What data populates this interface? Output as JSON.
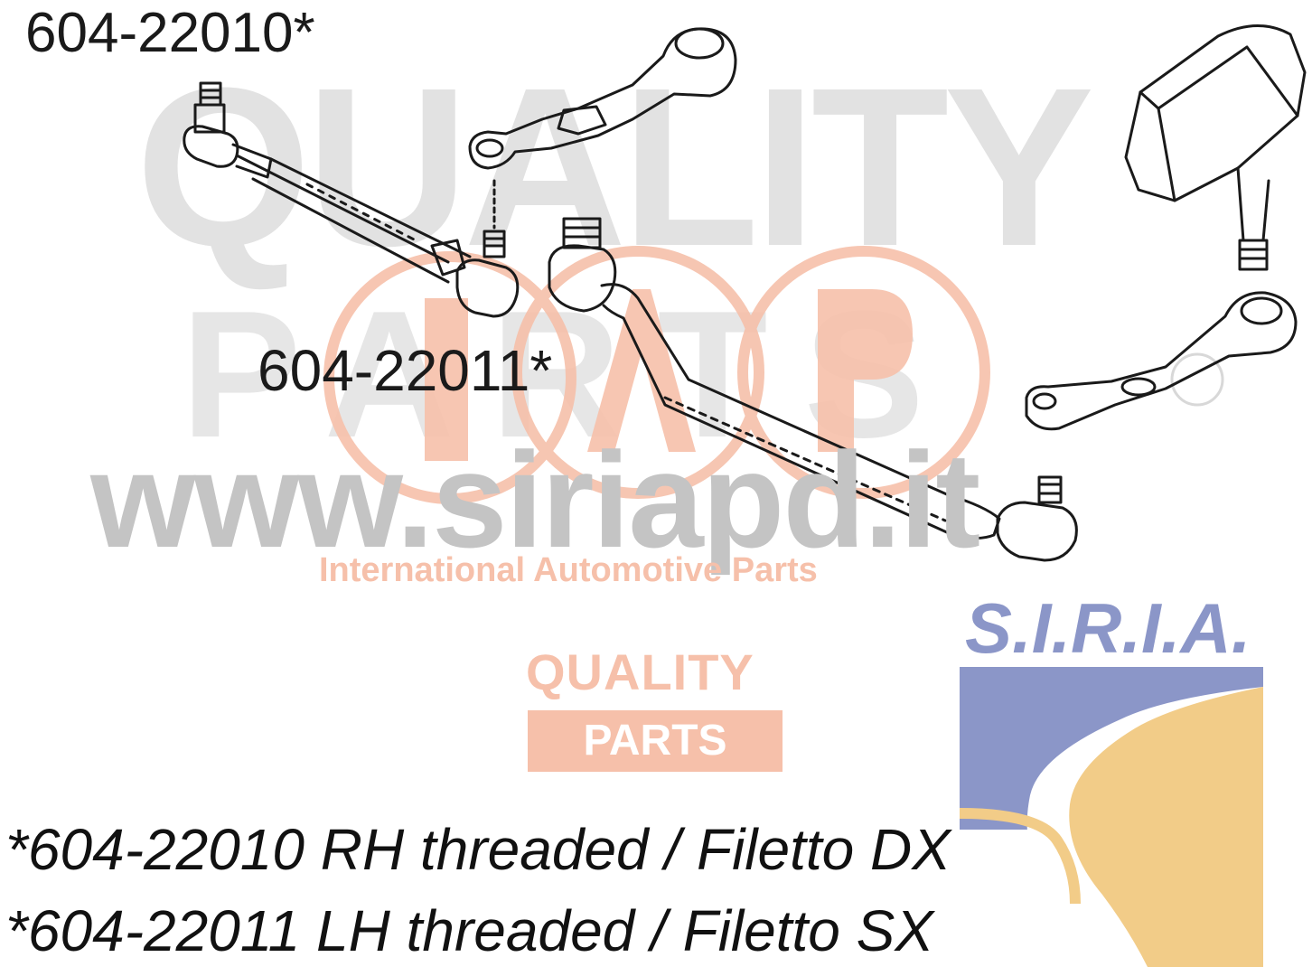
{
  "watermark": {
    "brand_big": "QUALITY",
    "brand_parts": "PARTS",
    "website": "www.siriapd.it",
    "tagline": "International Automotive Parts"
  },
  "quality_logo": {
    "line1": "QUALITY",
    "line2": "PARTS"
  },
  "siria_logo": {
    "text": "S.I.R.I.A."
  },
  "part_labels": {
    "top": "604-22010*",
    "middle": "604-22011*"
  },
  "notes": [
    "*604-22010 RH threaded / Filetto DX",
    "*604-22011 LH threaded / Filetto SX"
  ],
  "colors": {
    "watermark_gray": "#e2e2e2",
    "url_gray": "#c4c4c4",
    "iap_orange": "#f6c0aa",
    "siria_blue": "#8b96c8",
    "siria_gold": "#f2cc88",
    "line_art": "#1a1a1a"
  }
}
